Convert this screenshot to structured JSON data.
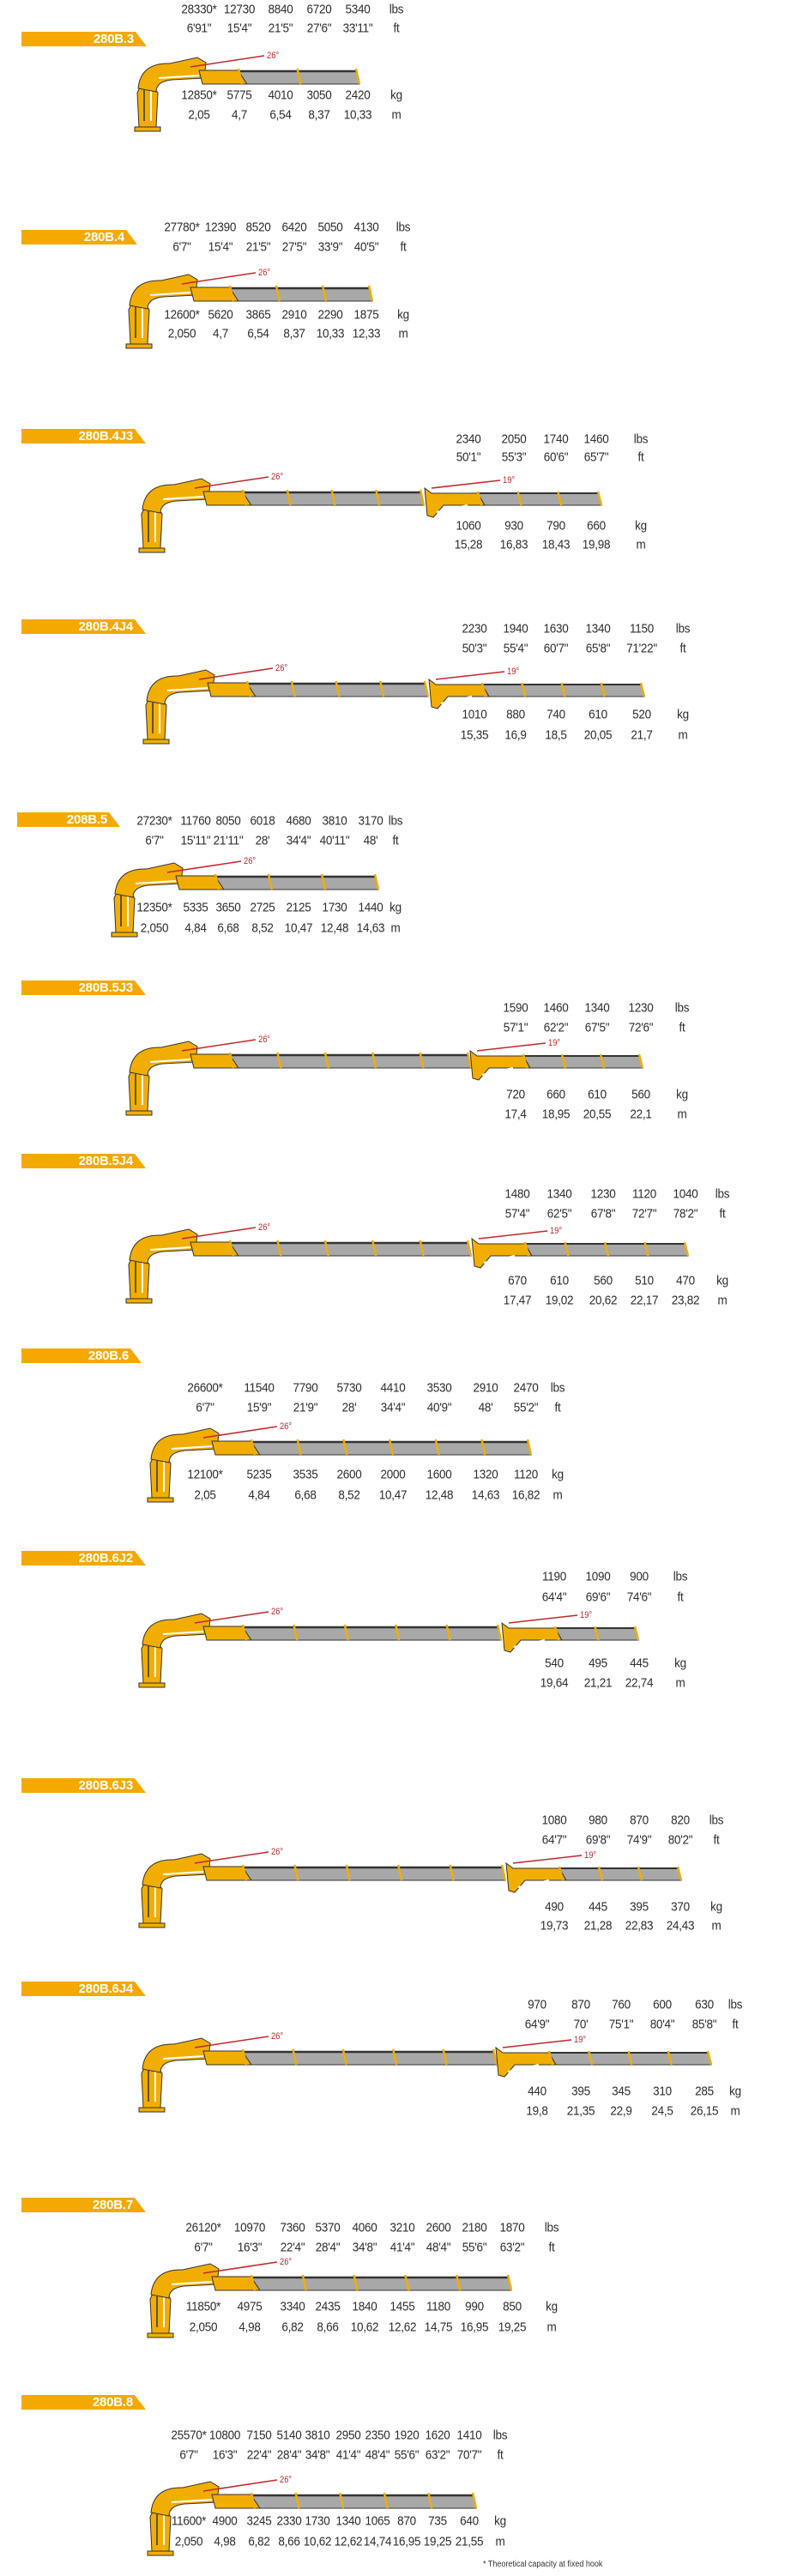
{
  "units": {
    "lbs": "lbs",
    "ft": "ft",
    "kg": "kg",
    "m": "m"
  },
  "footnote": "* Theoretical capacity at fixed hook",
  "colors": {
    "brand": "#F5A800",
    "angle": "#C0282D",
    "boom": "#A8A8A8"
  },
  "sections": [
    {
      "model": "280B.3",
      "boom_angle": "26°",
      "lbs": [
        "28330*",
        "12730",
        "8840",
        "6720",
        "5340"
      ],
      "ft": [
        "6'91\"",
        "15'4\"",
        "21'5\"",
        "27'6\"",
        "33'11\""
      ],
      "kg": [
        "12850*",
        "5775",
        "4010",
        "3050",
        "2420"
      ],
      "m": [
        "2,05",
        "4,7",
        "6,54",
        "8,37",
        "10,33"
      ]
    },
    {
      "model": "280B.4",
      "boom_angle": "26°",
      "lbs": [
        "27780*",
        "12390",
        "8520",
        "6420",
        "5050",
        "4130"
      ],
      "ft": [
        "6'7\"",
        "15'4\"",
        "21'5\"",
        "27'5\"",
        "33'9\"",
        "40'5\""
      ],
      "kg": [
        "12600*",
        "5620",
        "3865",
        "2910",
        "2290",
        "1875"
      ],
      "m": [
        "2,050",
        "4,7",
        "6,54",
        "8,37",
        "10,33",
        "12,33"
      ]
    },
    {
      "model": "280B.4J3",
      "boom_angle": "26°",
      "jib_angle": "19°",
      "lbs": [
        "2340",
        "2050",
        "1740",
        "1460"
      ],
      "ft": [
        "50'1\"",
        "55'3\"",
        "60'6\"",
        "65'7\""
      ],
      "kg": [
        "1060",
        "930",
        "790",
        "660"
      ],
      "m": [
        "15,28",
        "16,83",
        "18,43",
        "19,98"
      ]
    },
    {
      "model": "280B.4J4",
      "boom_angle": "26°",
      "jib_angle": "19°",
      "lbs": [
        "2230",
        "1940",
        "1630",
        "1340",
        "1150"
      ],
      "ft": [
        "50'3\"",
        "55'4\"",
        "60'7\"",
        "65'8\"",
        "71'22\""
      ],
      "kg": [
        "1010",
        "880",
        "740",
        "610",
        "520"
      ],
      "m": [
        "15,35",
        "16,9",
        "18,5",
        "20,05",
        "21,7"
      ]
    },
    {
      "model": "208B.5",
      "boom_angle": "26°",
      "lbs": [
        "27230*",
        "11760",
        "8050",
        "6018",
        "4680",
        "3810",
        "3170"
      ],
      "ft": [
        "6'7\"",
        "15'11\"",
        "21'11\"",
        "28'",
        "34'4\"",
        "40'11\"",
        "48'"
      ],
      "kg": [
        "12350*",
        "5335",
        "3650",
        "2725",
        "2125",
        "1730",
        "1440"
      ],
      "m": [
        "2,050",
        "4,84",
        "6,68",
        "8,52",
        "10,47",
        "12,48",
        "14,63"
      ]
    },
    {
      "model": "280B.5J3",
      "boom_angle": "26°",
      "jib_angle": "19°",
      "lbs": [
        "1590",
        "1460",
        "1340",
        "1230"
      ],
      "ft": [
        "57'1\"",
        "62'2\"",
        "67'5\"",
        "72'6\""
      ],
      "kg": [
        "720",
        "660",
        "610",
        "560"
      ],
      "m": [
        "17,4",
        "18,95",
        "20,55",
        "22,1"
      ]
    },
    {
      "model": "280B.5J4",
      "boom_angle": "26°",
      "jib_angle": "19°",
      "lbs": [
        "1480",
        "1340",
        "1230",
        "1120",
        "1040"
      ],
      "ft": [
        "57'4\"",
        "62'5\"",
        "67'8\"",
        "72'7\"",
        "78'2\""
      ],
      "kg": [
        "670",
        "610",
        "560",
        "510",
        "470"
      ],
      "m": [
        "17,47",
        "19,02",
        "20,62",
        "22,17",
        "23,82"
      ]
    },
    {
      "model": "280B.6",
      "boom_angle": "26°",
      "lbs": [
        "26600*",
        "11540",
        "7790",
        "5730",
        "4410",
        "3530",
        "2910",
        "2470"
      ],
      "ft": [
        "6'7\"",
        "15'9\"",
        "21'9\"",
        "28'",
        "34'4\"",
        "40'9\"",
        "48'",
        "55'2\""
      ],
      "kg": [
        "12100*",
        "5235",
        "3535",
        "2600",
        "2000",
        "1600",
        "1320",
        "1120"
      ],
      "m": [
        "2,05",
        "4,84",
        "6,68",
        "8,52",
        "10,47",
        "12,48",
        "14,63",
        "16,82"
      ]
    },
    {
      "model": "280B.6J2",
      "boom_angle": "26°",
      "jib_angle": "19°",
      "lbs": [
        "1190",
        "1090",
        "900"
      ],
      "ft": [
        "64'4\"",
        "69'6\"",
        "74'6\""
      ],
      "kg": [
        "540",
        "495",
        "445"
      ],
      "m": [
        "19,64",
        "21,21",
        "22,74"
      ]
    },
    {
      "model": "280B.6J3",
      "boom_angle": "26°",
      "jib_angle": "19°",
      "lbs": [
        "1080",
        "980",
        "870",
        "820"
      ],
      "ft": [
        "64'7\"",
        "69'8\"",
        "74'9\"",
        "80'2\""
      ],
      "kg": [
        "490",
        "445",
        "395",
        "370"
      ],
      "m": [
        "19,73",
        "21,28",
        "22,83",
        "24,43"
      ]
    },
    {
      "model": "280B.6J4",
      "boom_angle": "26°",
      "jib_angle": "19°",
      "lbs": [
        "970",
        "870",
        "760",
        "600",
        "630"
      ],
      "ft": [
        "64'9\"",
        "70'",
        "75'1\"",
        "80'4\"",
        "85'8\""
      ],
      "kg": [
        "440",
        "395",
        "345",
        "310",
        "285"
      ],
      "m": [
        "19,8",
        "21,35",
        "22,9",
        "24,5",
        "26,15"
      ]
    },
    {
      "model": "280B.7",
      "boom_angle": "26°",
      "lbs": [
        "26120*",
        "10970",
        "7360",
        "5370",
        "4060",
        "3210",
        "2600",
        "2180",
        "1870"
      ],
      "ft": [
        "6'7\"",
        "16'3\"",
        "22'4\"",
        "28'4\"",
        "34'8\"",
        "41'4\"",
        "48'4\"",
        "55'6\"",
        "63'2\""
      ],
      "kg": [
        "11850*",
        "4975",
        "3340",
        "2435",
        "1840",
        "1455",
        "1180",
        "990",
        "850"
      ],
      "m": [
        "2,050",
        "4,98",
        "6,82",
        "8,66",
        "10,62",
        "12,62",
        "14,75",
        "16,95",
        "19,25"
      ]
    },
    {
      "model": "280B.8",
      "boom_angle": "26°",
      "lbs": [
        "25570*",
        "10800",
        "7150",
        "5140",
        "3810",
        "2950",
        "2350",
        "1920",
        "1620",
        "1410"
      ],
      "ft": [
        "6'7\"",
        "16'3\"",
        "22'4\"",
        "28'4\"",
        "34'8\"",
        "41'4\"",
        "48'4\"",
        "55'6\"",
        "63'2\"",
        "70'7\""
      ],
      "kg": [
        "11600*",
        "4900",
        "3245",
        "2330",
        "1730",
        "1340",
        "1065",
        "870",
        "735",
        "640"
      ],
      "m": [
        "2,050",
        "4,98",
        "6,82",
        "8,66",
        "10,62",
        "12,62",
        "14,74",
        "16,95",
        "19,25",
        "21,55"
      ]
    }
  ]
}
